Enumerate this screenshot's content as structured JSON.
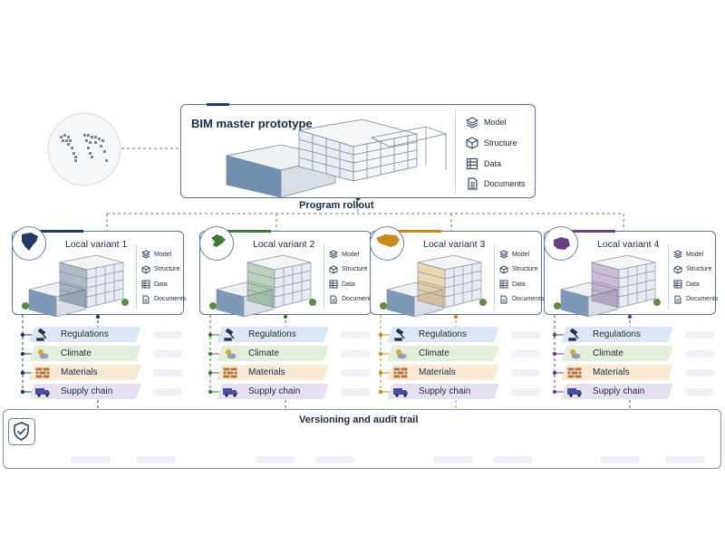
{
  "master": {
    "title": "BIM master prototype",
    "legend": [
      {
        "label": "Model",
        "icon": "layers-icon"
      },
      {
        "label": "Structure",
        "icon": "cube-icon"
      },
      {
        "label": "Data",
        "icon": "table-icon"
      },
      {
        "label": "Documents",
        "icon": "document-icon"
      }
    ]
  },
  "rollout_label": "Program rollout",
  "variants": [
    {
      "title": "Local variant 1",
      "region": "north-america-map-icon",
      "color": "#203a63",
      "legend": [
        "Model",
        "Structure",
        "Data",
        "Documents"
      ],
      "layers": [
        "Regulations",
        "Climate",
        "Materials",
        "Supply chain"
      ]
    },
    {
      "title": "Local variant 2",
      "region": "europe-map-icon",
      "color": "#3f7a3a",
      "legend": [
        "Model",
        "Structure",
        "Data",
        "Documents"
      ],
      "layers": [
        "Regulations",
        "Climate",
        "Materials",
        "Supply chain"
      ]
    },
    {
      "title": "Local variant 3",
      "region": "asia-map-icon",
      "color": "#c98a1d",
      "legend": [
        "Model",
        "Structure",
        "Data",
        "Documents"
      ],
      "layers": [
        "Regulations",
        "Climate",
        "Materials",
        "Supply chain"
      ]
    },
    {
      "title": "Local variant 4",
      "region": "australia-map-icon",
      "color": "#6a3f86",
      "legend": [
        "Model",
        "Structure",
        "Data",
        "Documents"
      ],
      "layers": [
        "Regulations",
        "Climate",
        "Materials",
        "Supply chain"
      ]
    }
  ],
  "layer_colors": {
    "Regulations": "#dbe7f6",
    "Climate": "#e3efdc",
    "Materials": "#f7e9d3",
    "Supply chain": "#e7e0f1"
  },
  "audit": {
    "title": "Versioning and audit trail",
    "icon": "shield-check-icon"
  }
}
